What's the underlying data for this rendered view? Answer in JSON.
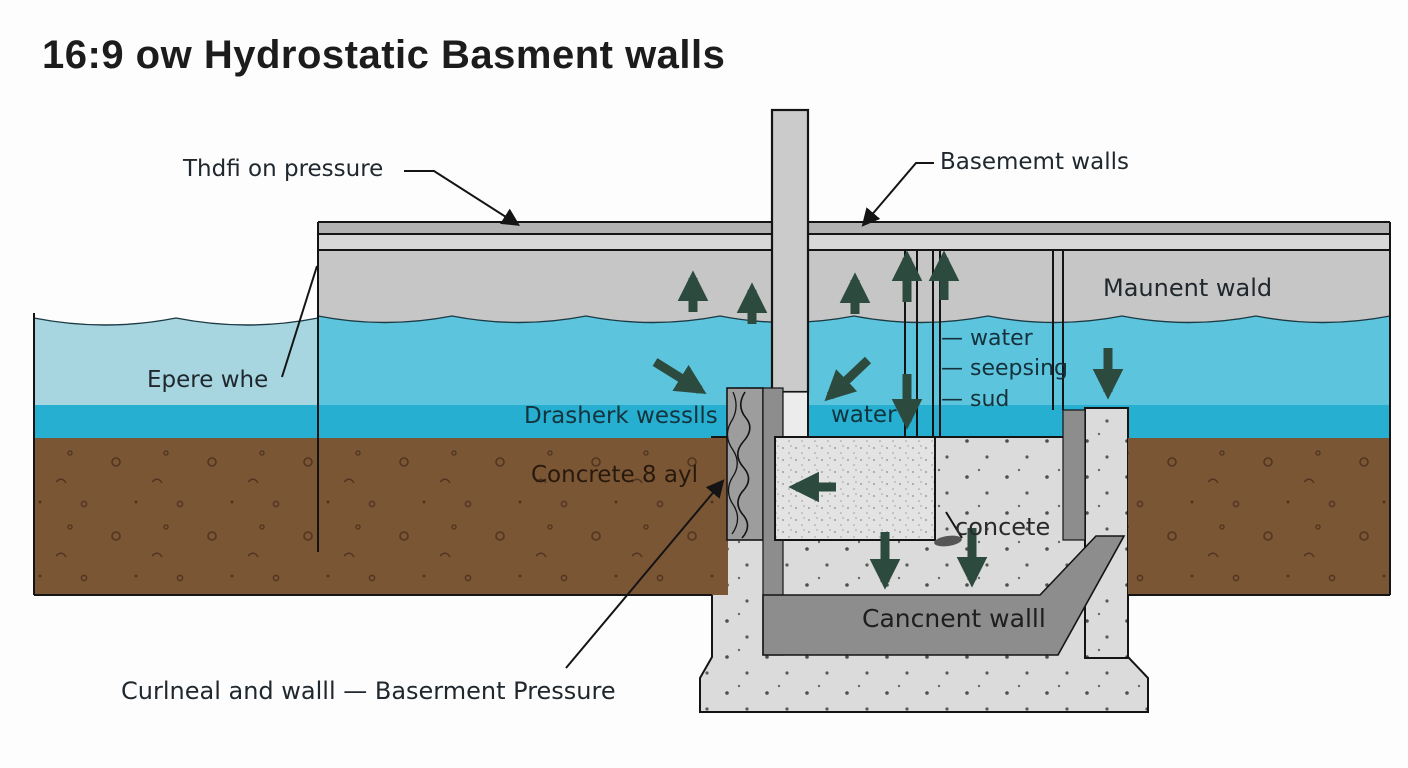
{
  "title": "16:9 ow Hydrostatic Basment walls",
  "callouts": {
    "pressure": "Thdfi on pressure",
    "basement_walls": "Basememt walls",
    "bottom": "Curlneal and walll — Baserment Pressure"
  },
  "zone_labels": {
    "foundation_wall": "Maunent wald",
    "surface_water": "Epere whe",
    "water_band": "Drasherk wesslls",
    "inner_water": "water",
    "soil": "Concrete 8 ayl",
    "concrete": "concete",
    "footing_wall": "Cancnent walll"
  },
  "legend": {
    "items": [
      "— water",
      "— seepsing",
      "— sud"
    ]
  },
  "colors": {
    "water_light": "#a7d6e1",
    "water": "#5cc5dd",
    "water_deep": "#26afd0",
    "soil": "#7b5634",
    "slab_gray": "#c6c6c6",
    "concrete_stipple": "#dbdbdb",
    "wall_dark": "#8d8d8d",
    "arrow_green": "#2d4a3e",
    "outline": "#141414"
  }
}
